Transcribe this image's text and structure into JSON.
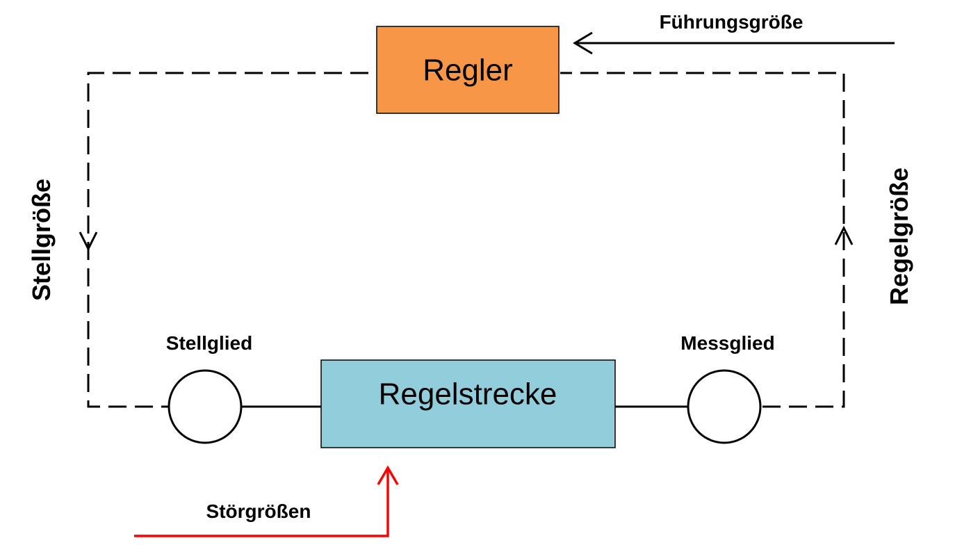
{
  "controller": {
    "label": "Regler",
    "fill": "#f79646"
  },
  "plant": {
    "label": "Regelstrecke",
    "fill": "#92cddc"
  },
  "actuator": {
    "label": "Stellglied"
  },
  "sensor": {
    "label": "Messglied"
  },
  "reference": {
    "label": "Führungsgröße"
  },
  "manipulated": {
    "label": "Stellgröße"
  },
  "controlled": {
    "label": "Regelgröße"
  },
  "disturbance": {
    "label": "Störgrößen",
    "color": "#ff0000"
  }
}
